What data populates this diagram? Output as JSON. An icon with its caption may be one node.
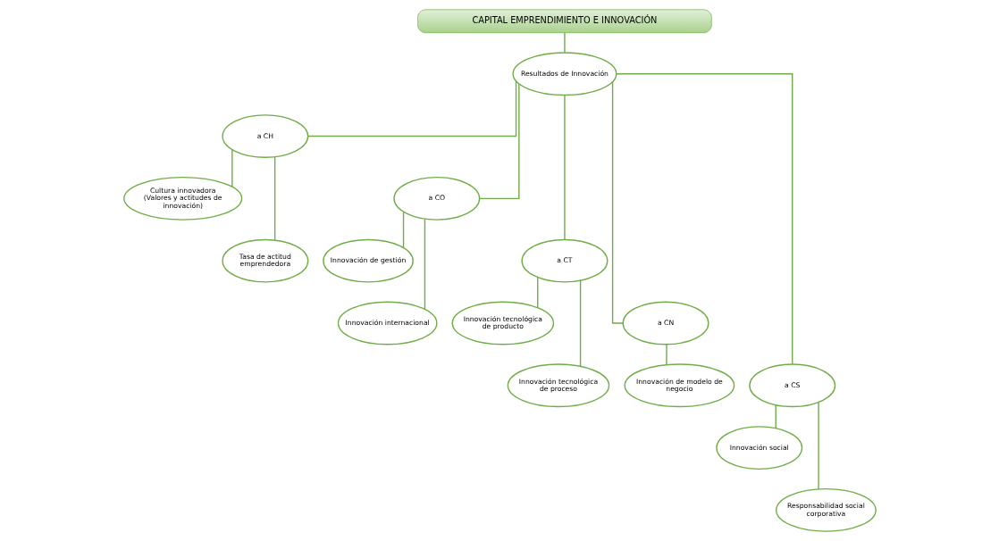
{
  "diagram": {
    "nodes": [
      {
        "text": [
          "CAPITAL EMPRENDIMIENTO E INNOVACIÓN"
        ]
      },
      {
        "text": [
          "Resultados de Innovación"
        ]
      },
      {
        "text": [
          "a CH"
        ]
      },
      {
        "text": [
          "a CO"
        ]
      },
      {
        "text": [
          "a CT"
        ]
      },
      {
        "text": [
          "a CN"
        ]
      },
      {
        "text": [
          "a CS"
        ]
      },
      {
        "text": [
          "Cultura innovadora (Valores y actitudes de innovación)"
        ]
      },
      {
        "text": [
          "Innovación de gestión"
        ]
      },
      {
        "text": [
          "Innovación tecnológica de producto"
        ]
      },
      {
        "text": [
          "Innovación de modelo de negocio"
        ]
      },
      {
        "text": [
          "Innovación social"
        ]
      },
      {
        "text": [
          "Tasa de actitud emprendedora"
        ]
      },
      {
        "text": [
          "Innovación internacional"
        ]
      },
      {
        "text": [
          "Innovación tecnológica de proceso"
        ]
      },
      {
        "text": [
          "Responsabilidad social corporativa"
        ]
      }
    ],
    "edges": [
      {
        "from": 0,
        "to": 1,
        "arrow": "none"
      },
      {
        "from": 1,
        "to": 2,
        "arrow": "none"
      },
      {
        "from": 1,
        "to": 3,
        "arrow": "none"
      },
      {
        "from": 1,
        "to": 4,
        "arrow": "none"
      },
      {
        "from": 1,
        "to": 5,
        "arrow": "none"
      },
      {
        "from": 1,
        "to": 6,
        "arrow": "none"
      },
      {
        "from": 2,
        "to": 7,
        "arrow": "none"
      },
      {
        "from": 2,
        "to": 12,
        "arrow": "none"
      },
      {
        "from": 3,
        "to": 8,
        "arrow": "none"
      },
      {
        "from": 3,
        "to": 13,
        "arrow": "none"
      },
      {
        "from": 4,
        "to": 9,
        "arrow": "none"
      },
      {
        "from": 4,
        "to": 14,
        "arrow": "none"
      },
      {
        "from": 5,
        "to": 10,
        "arrow": "none"
      },
      {
        "from": 6,
        "to": 11,
        "arrow": "none"
      },
      {
        "from": 6,
        "to": 15,
        "arrow": "none"
      }
    ]
  }
}
